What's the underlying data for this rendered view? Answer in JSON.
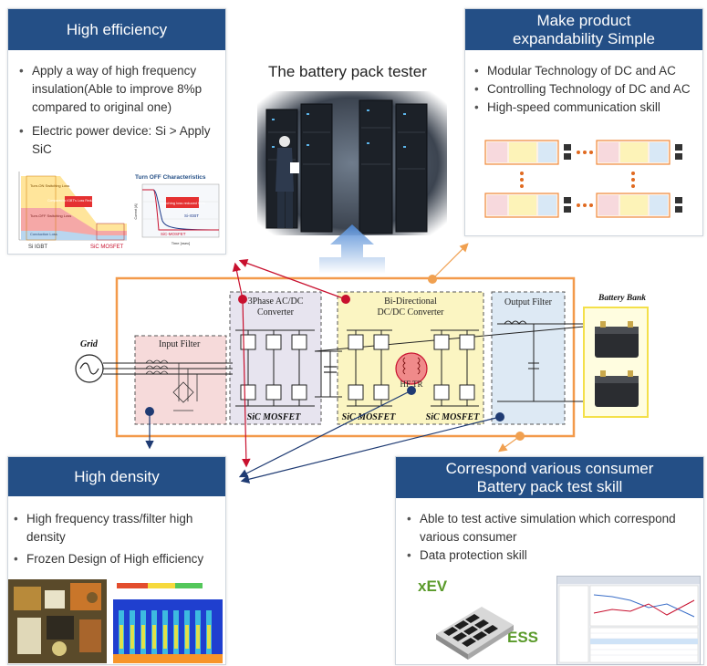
{
  "title": "The battery pack tester",
  "panels": {
    "high_efficiency": {
      "header": "High efficiency",
      "bullets": [
        "Apply a way of high frequency insulation(Able to improve 8%p compared to original one)",
        "Electric power device: Si > Apply SiC"
      ],
      "chart_labels": {
        "left_a": "Turn-ON Switching Loss",
        "left_b": "Turn-OFF Switching Loss",
        "left_c": "Conduction Loss",
        "si_igbt": "Si IGBT",
        "sic_mosfet": "SiC MOSFET",
        "callout": "Compared to IGBT's Loss Reduced by 71%",
        "turn_off_title": "Turn OFF Characteristics",
        "switch_callout": "Switching loss reduced 90%",
        "curve_si": "Si-IGBT",
        "curve_sic": "SiC-MOSFET",
        "x_axis": "Time [nsec]",
        "y_axis": "Current [A]"
      }
    },
    "expandability": {
      "header_line1": "Make product",
      "header_line2": "expandability Simple",
      "bullets": [
        "Modular Technology of DC and AC",
        "Controlling  Technology of DC and AC",
        "High-speed communication skill"
      ]
    },
    "high_density": {
      "header": "High density",
      "bullets": [
        "High frequency trass/filter high density",
        "Frozen Design of High efficiency"
      ]
    },
    "consumer": {
      "header_line1": "Correspond various consumer",
      "header_line2": "Battery pack test skill",
      "bullets": [
        "Able to test active simulation which correspond various consumer",
        "Data protection skill"
      ],
      "label_xev": "xEV",
      "label_ess": "ESS"
    }
  },
  "circuit": {
    "grid": "Grid",
    "input_filter": "Input Filter",
    "acdc_line1": "3Phase AC/DC",
    "acdc_line2": "Converter",
    "dcdc_line1": "Bi-Directional",
    "dcdc_line2": "DC/DC Converter",
    "output_filter": "Output Filter",
    "battery_bank": "Battery Bank",
    "hf_tr": "HF TR",
    "sic1": "SiC MOSFET",
    "sic2": "SiC MOSFET",
    "sic3": "SiC MOSFET"
  },
  "colors": {
    "header_blue": "#244f86",
    "orange_frame": "#f39a4b",
    "red_arrow": "#c8102e",
    "navy_arrow": "#1f3b73",
    "orange_arrow": "#f0a050",
    "green_label": "#5a9a2a"
  }
}
